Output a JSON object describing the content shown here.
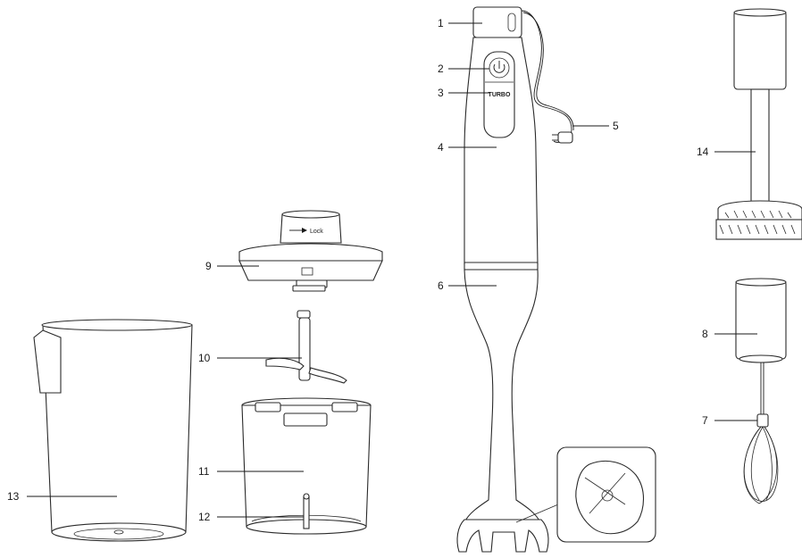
{
  "labels": {
    "n1": "1",
    "n2": "2",
    "n3": "3",
    "n4": "4",
    "n5": "5",
    "n6": "6",
    "n7": "7",
    "n8": "8",
    "n9": "9",
    "n10": "10",
    "n11": "11",
    "n12": "12",
    "n13": "13",
    "n14": "14"
  },
  "button_text": {
    "turbo": "TURBO"
  },
  "lid_text": {
    "lock": "Lock"
  },
  "icons": {
    "power": "power-icon",
    "arrow": "right-arrow-icon"
  }
}
